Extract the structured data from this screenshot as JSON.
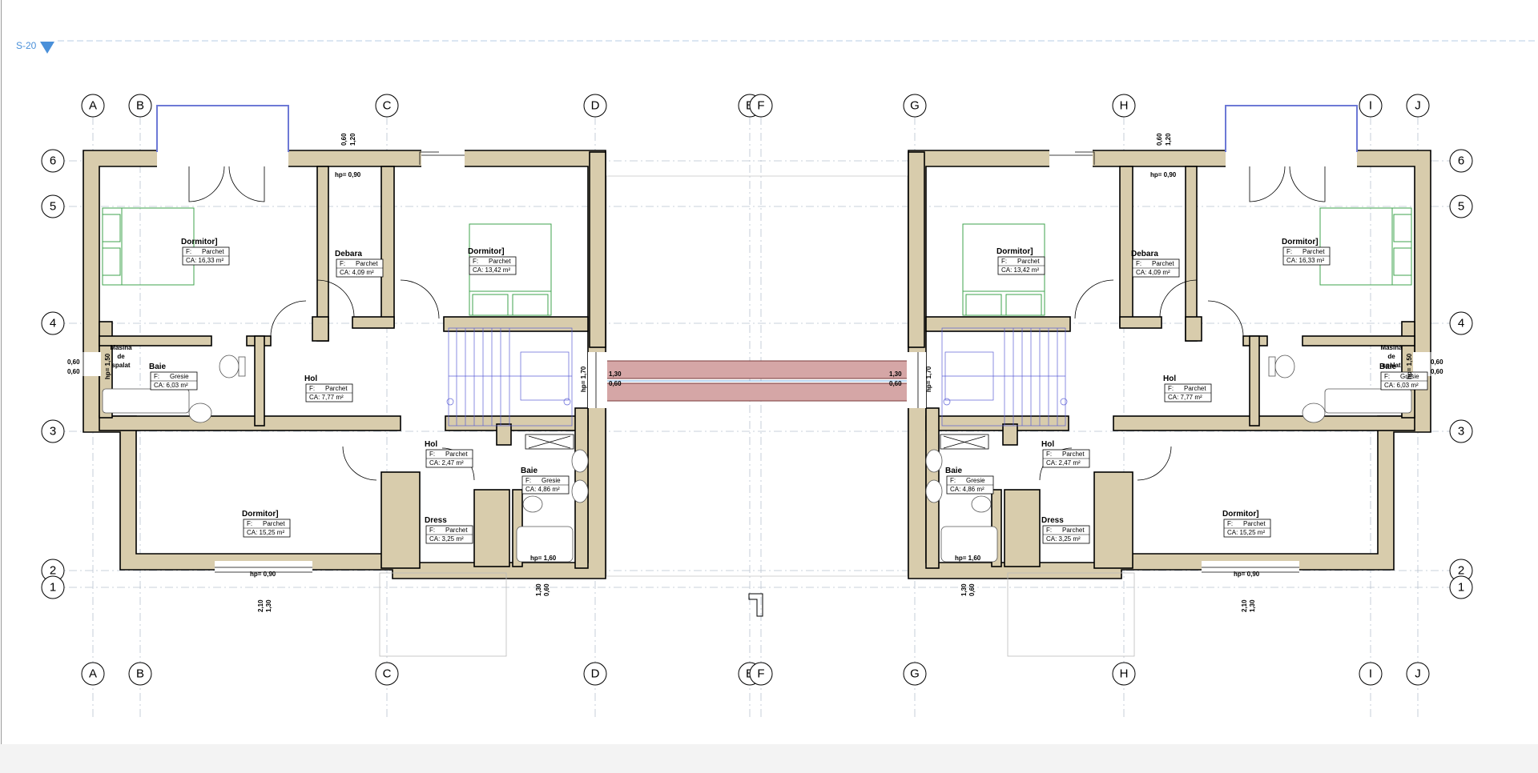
{
  "level": {
    "label": "S-20"
  },
  "grid": {
    "columns": [
      "A",
      "B",
      "C",
      "D",
      "E",
      "F",
      "G",
      "H",
      "I",
      "J"
    ],
    "rows": [
      "6",
      "5",
      "4",
      "3",
      "2",
      "1"
    ]
  },
  "left_unit": {
    "rooms": [
      {
        "name": "Dormitor]",
        "finish_prefix": "F:",
        "finish": "Parchet",
        "area": "CA: 16,33 m²"
      },
      {
        "name": "Debara",
        "finish_prefix": "F:",
        "finish": "Parchet",
        "area": "CA: 4,09 m²"
      },
      {
        "name": "Dormitor]",
        "finish_prefix": "F:",
        "finish": "Parchet",
        "area": "CA: 13,42 m²"
      },
      {
        "name": "Baie",
        "finish_prefix": "F:",
        "finish": "Gresie",
        "area": "CA: 6,03 m²"
      },
      {
        "name": "Hol",
        "finish_prefix": "F:",
        "finish": "Parchet",
        "area": "CA: 7,77 m²"
      },
      {
        "name": "Hol",
        "finish_prefix": "F:",
        "finish": "Parchet",
        "area": "CA: 2,47 m²"
      },
      {
        "name": "Baie",
        "finish_prefix": "F:",
        "finish": "Gresie",
        "area": "CA: 4,86 m²"
      },
      {
        "name": "Dress",
        "finish_prefix": "F:",
        "finish": "Parchet",
        "area": "CA: 3,25 m²"
      },
      {
        "name": "Dormitor]",
        "finish_prefix": "F:",
        "finish": "Parchet",
        "area": "CA: 15,25 m²"
      }
    ],
    "washer_label": [
      "Masina",
      "de",
      "spalat"
    ],
    "dims": {
      "window_top_a": "0,60",
      "window_top_b": "1,20",
      "hp_top": "hp= 0,90",
      "side_a": "0,60",
      "side_b": "0,60",
      "hp_side": "hp= 1,50",
      "stair_hp": "hp= 1,70",
      "beam_top": "1,30",
      "beam_bot": "0,60",
      "hp_bath": "hp= 1,60",
      "hp_bottom": "hp= 0,90",
      "bottom_a": "2,10",
      "bottom_b": "1,30",
      "bottom_c": "1,30",
      "bottom_d": "0,60"
    }
  },
  "right_unit": {
    "rooms": [
      {
        "name": "Dormitor]",
        "finish_prefix": "F:",
        "finish": "Parchet",
        "area": "CA: 13,42 m²"
      },
      {
        "name": "Debara",
        "finish_prefix": "F:",
        "finish": "Parchet",
        "area": "CA: 4,09 m²"
      },
      {
        "name": "Dormitor]",
        "finish_prefix": "F:",
        "finish": "Parchet",
        "area": "CA: 16,33 m²"
      },
      {
        "name": "Hol",
        "finish_prefix": "F:",
        "finish": "Parchet",
        "area": "CA: 7,77 m²"
      },
      {
        "name": "Baie",
        "finish_prefix": "F:",
        "finish": "Gresie",
        "area": "CA: 6,03 m²"
      },
      {
        "name": "Hol",
        "finish_prefix": "F:",
        "finish": "Parchet",
        "area": "CA: 2,47 m²"
      },
      {
        "name": "Baie",
        "finish_prefix": "F:",
        "finish": "Gresie",
        "area": "CA: 4,86 m²"
      },
      {
        "name": "Dress",
        "finish_prefix": "F:",
        "finish": "Parchet",
        "area": "CA: 3,25 m²"
      },
      {
        "name": "Dormitor]",
        "finish_prefix": "F:",
        "finish": "Parchet",
        "area": "CA: 15,25 m²"
      }
    ],
    "washer_label": [
      "Masina",
      "de",
      "spalat"
    ],
    "dims": {
      "window_top_a": "0,60",
      "window_top_b": "1,20",
      "hp_top": "hp= 0,90",
      "side_a": "0,60",
      "side_b": "0,60",
      "hp_side": "hp= 1,50",
      "stair_hp": "hp= 1,70",
      "beam_top": "1,30",
      "beam_bot": "0,60",
      "hp_bath": "hp= 1,60",
      "hp_bottom": "hp= 0,90",
      "bottom_a": "2,10",
      "bottom_b": "1,30",
      "bottom_c": "1,30",
      "bottom_d": "0,60"
    }
  },
  "colors": {
    "wall_fill": "#d8ccac",
    "beam_fill": "#d5a6a6",
    "furniture": "#3fa34d",
    "stairs": "#5b5fd6",
    "level_marker": "#4a90d9"
  }
}
